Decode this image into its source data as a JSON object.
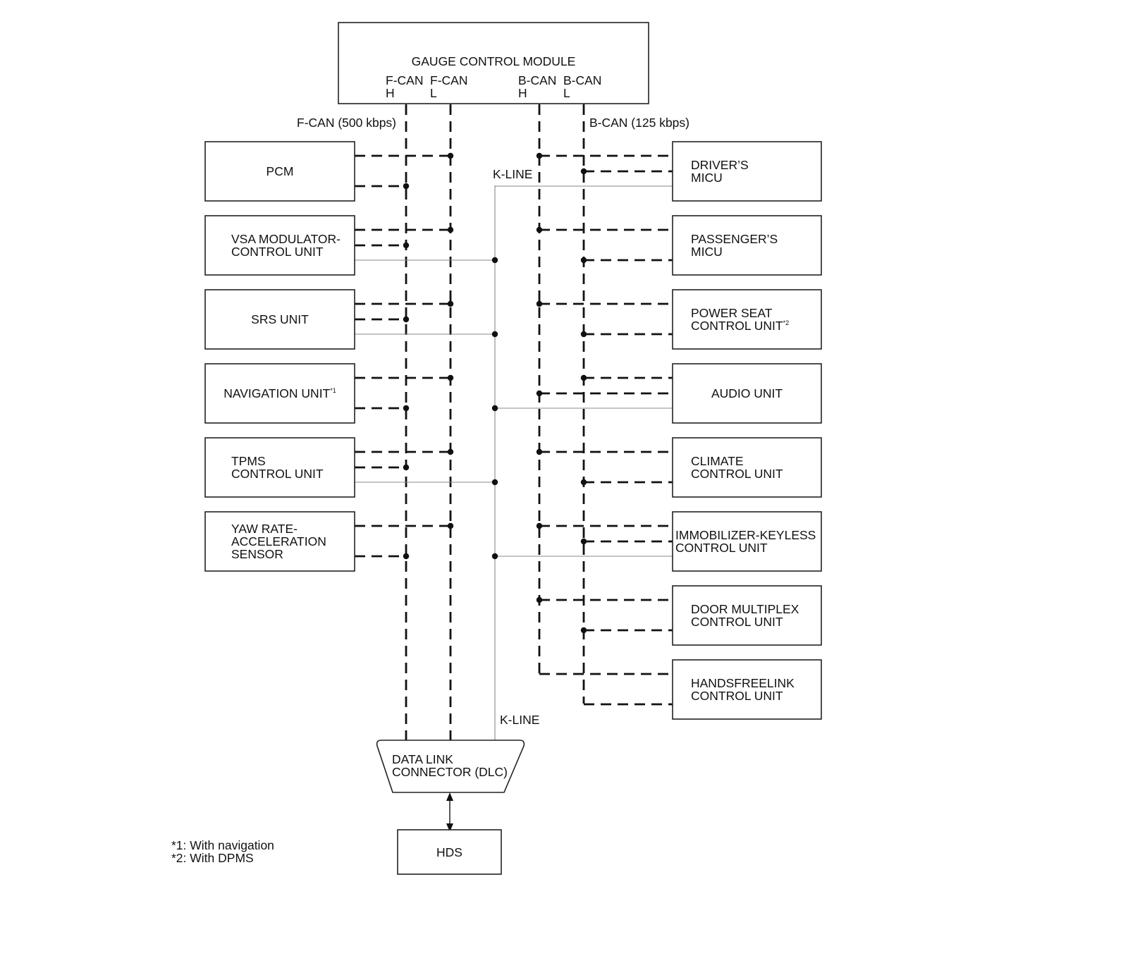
{
  "gauge": {
    "title": "GAUGE CONTROL MODULE",
    "pins": [
      [
        "F-CAN",
        "H"
      ],
      [
        "F-CAN",
        "L"
      ],
      [
        "B-CAN",
        "H"
      ],
      [
        "B-CAN",
        "L"
      ]
    ]
  },
  "bus_labels": {
    "fcan": "F-CAN (500 kbps)",
    "bcan": "B-CAN (125 kbps)",
    "kline_top": "K-LINE",
    "kline_bottom": "K-LINE"
  },
  "left_units": [
    {
      "lines": [
        "PCM"
      ],
      "kline": false
    },
    {
      "lines": [
        "VSA MODULATOR-",
        "CONTROL UNIT"
      ],
      "kline": true
    },
    {
      "lines": [
        "SRS UNIT"
      ],
      "kline": true
    },
    {
      "lines": [
        "NAVIGATION UNIT"
      ],
      "sup": "*1",
      "kline": false
    },
    {
      "lines": [
        "TPMS",
        "CONTROL UNIT"
      ],
      "kline": true
    },
    {
      "lines": [
        "YAW RATE-",
        "ACCELERATION",
        "SENSOR"
      ],
      "kline": false
    }
  ],
  "right_units": [
    {
      "lines": [
        "DRIVER’S",
        "MICU"
      ],
      "kline": true
    },
    {
      "lines": [
        "PASSENGER’S",
        "MICU"
      ],
      "kline": false
    },
    {
      "lines": [
        "POWER SEAT",
        "CONTROL UNIT"
      ],
      "sup": "*2",
      "kline": false
    },
    {
      "lines": [
        "AUDIO UNIT"
      ],
      "kline": true
    },
    {
      "lines": [
        "CLIMATE",
        "CONTROL UNIT"
      ],
      "kline": false
    },
    {
      "lines": [
        "IMMOBILIZER-KEYLESS",
        "CONTROL UNIT"
      ],
      "kline": true
    },
    {
      "lines": [
        "DOOR MULTIPLEX",
        "CONTROL UNIT"
      ],
      "kline": false
    },
    {
      "lines": [
        "HANDSFREELINK",
        "CONTROL UNIT"
      ],
      "kline": false
    }
  ],
  "dlc": {
    "lines": [
      "DATA LINK",
      "CONNECTOR (DLC)"
    ]
  },
  "hds": {
    "label": "HDS"
  },
  "footnotes": [
    "*1:  With navigation",
    "*2:  With DPMS"
  ]
}
